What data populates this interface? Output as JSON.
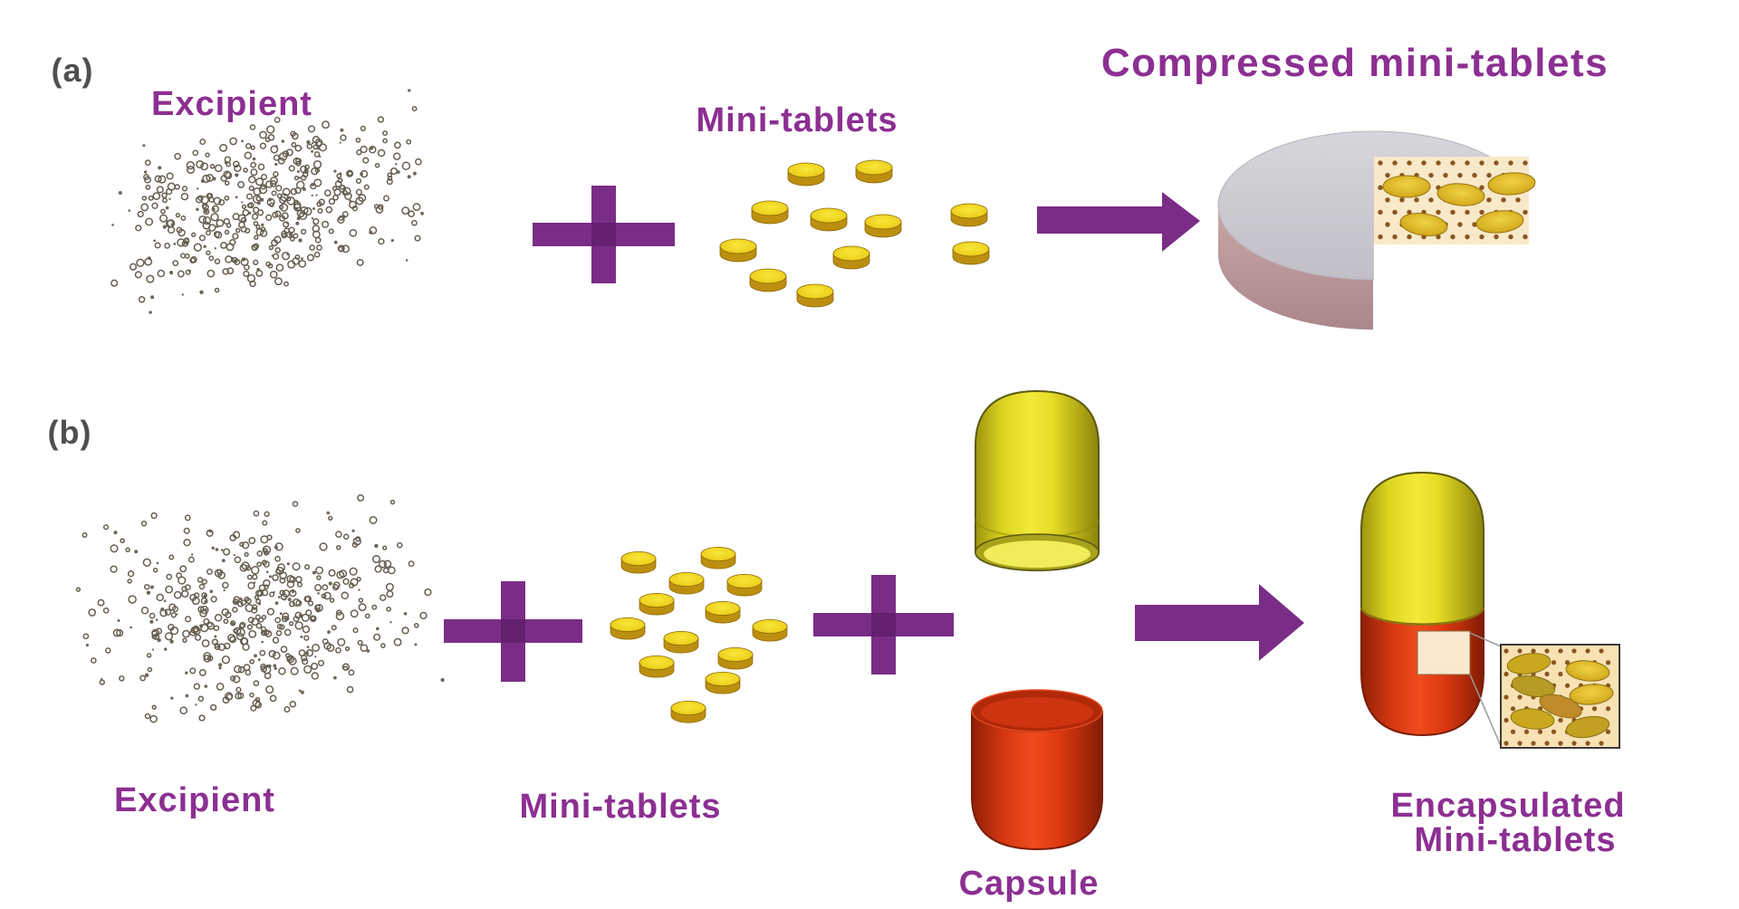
{
  "figure": {
    "type": "pharmaceutical-process-diagram",
    "background": "#ffffff",
    "panels": {
      "a": {
        "label": "(a)",
        "excipient": "Excipient",
        "minitablets": "Mini-tablets",
        "result": "Compressed mini-tablets"
      },
      "b": {
        "label": "(b)",
        "excipient": "Excipient",
        "minitablets": "Mini-tablets",
        "capsule": "Capsule",
        "result_line1": "Encapsulated",
        "result_line2": "Mini-tablets"
      }
    },
    "colors": {
      "label_purple": "#8c2f92",
      "shape_purple": "#7a2d86",
      "panel_letter_gray": "#4f4f4f",
      "mini_tablet_top": "#f0d722",
      "mini_tablet_side": "#bd8f10",
      "excipient_particle": "#665e50",
      "capsule_cap_yellow": "#e8df20",
      "capsule_body_red": "#e03a12",
      "compressed_tablet_top": "#ccc8d0",
      "compressed_tablet_side": "#bb979b",
      "matrix_background": "#f8e9c8",
      "matrix_dot": "#8a5520"
    }
  }
}
